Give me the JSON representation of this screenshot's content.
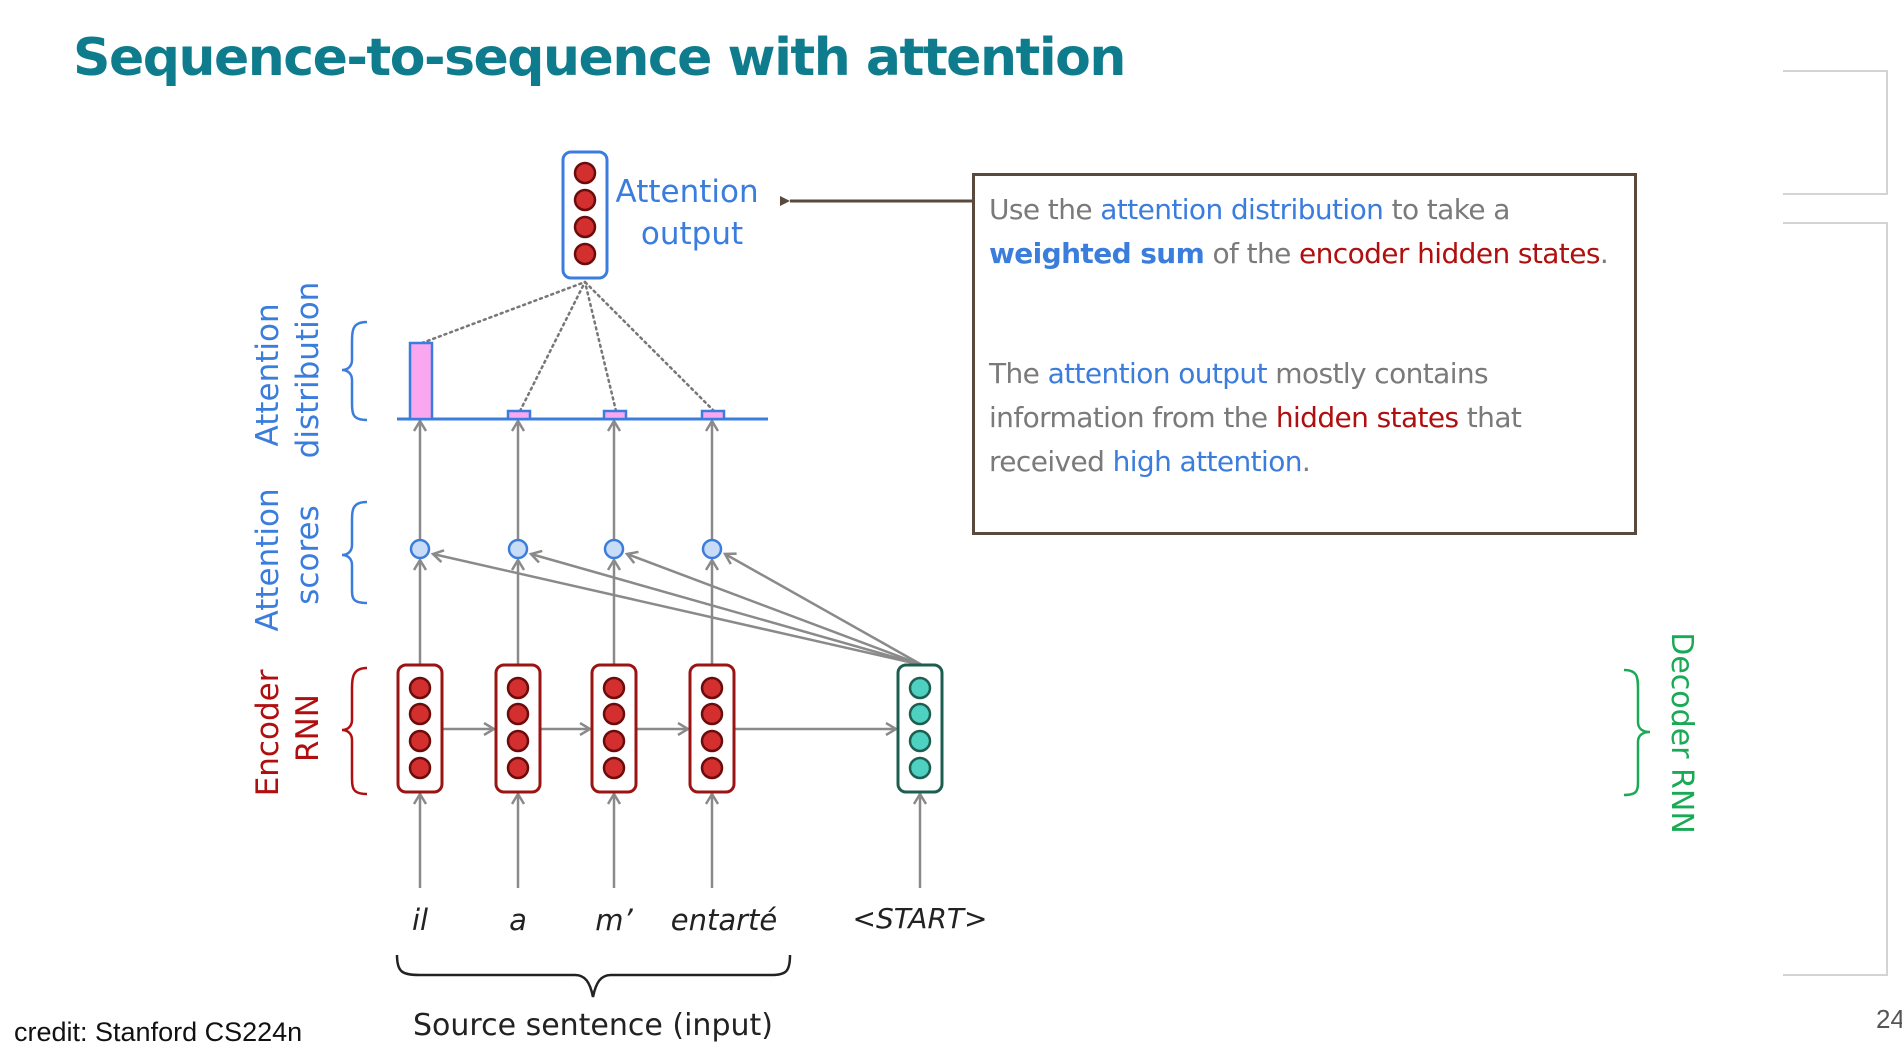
{
  "slide": {
    "title": "Sequence-to-sequence with attention",
    "credit": "credit: Stanford CS224n",
    "page_number": "24"
  },
  "colors": {
    "title": "#0e7c8c",
    "attention_blue": "#3b7ddd",
    "encoder_red": "#b00f0f",
    "decoder_green": "#1aaa55",
    "body_gray": "#7a7a7a",
    "box_border": "#5a4a3e"
  },
  "diagram": {
    "attention_output_label": [
      "Attention",
      "output"
    ],
    "row_labels": {
      "attention_distribution": [
        "Attention",
        "distribution"
      ],
      "attention_scores": [
        "Attention",
        "scores"
      ],
      "encoder_rnn": [
        "Encoder",
        "RNN"
      ],
      "decoder_rnn": "Decoder RNN"
    },
    "source_words": [
      "il",
      "a",
      "m’",
      "entarté"
    ],
    "decoder_input": "<START>",
    "source_caption": "Source sentence (input)",
    "attention_weights": [
      0.85,
      0.05,
      0.05,
      0.05
    ],
    "hidden_units_per_state": 4
  },
  "info_box": {
    "paragraph1": [
      {
        "text": "Use the ",
        "style": "plain"
      },
      {
        "text": "attention distribution",
        "style": "blue"
      },
      {
        "text": " to take a ",
        "style": "plain"
      },
      {
        "text": "weighted sum",
        "style": "blue-bold"
      },
      {
        "text": " of the ",
        "style": "plain"
      },
      {
        "text": "encoder hidden states",
        "style": "red"
      },
      {
        "text": ".",
        "style": "plain"
      }
    ],
    "paragraph2": [
      {
        "text": "The ",
        "style": "plain"
      },
      {
        "text": "attention output",
        "style": "blue"
      },
      {
        "text": " mostly contains information from the ",
        "style": "plain"
      },
      {
        "text": "hidden states",
        "style": "red"
      },
      {
        "text": " that received ",
        "style": "plain"
      },
      {
        "text": "high attention",
        "style": "blue"
      },
      {
        "text": ".",
        "style": "plain"
      }
    ]
  }
}
